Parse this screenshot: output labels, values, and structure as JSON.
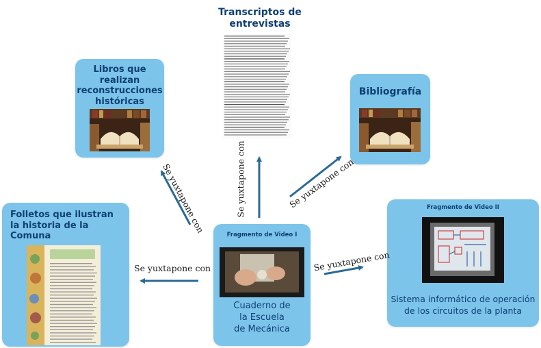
{
  "diagram": {
    "nodes": {
      "transcriptos": {
        "title": "Transcriptos de\nentrevistas"
      },
      "libros": {
        "title": "Libros que realizan\nreconstrucciones\nhistóricas"
      },
      "bibliografia": {
        "title": "Bibliografía"
      },
      "folletos": {
        "title": "Folletos que ilustran\nla historia de la Comuna"
      },
      "video1": {
        "title": "Fragmento de Video I",
        "caption": "Cuaderno de\nla Escuela\nde Mecánica"
      },
      "video2": {
        "title": "Fragmento de Video II",
        "caption": "Sistema informático de operación\nde los circuitos de la planta"
      }
    },
    "edges": [
      {
        "label": "Se yuxtapone con"
      },
      {
        "label": "Se yuxtapone con"
      },
      {
        "label": "Se yuxtapone con"
      },
      {
        "label": "Se yuxtapone con"
      },
      {
        "label": "Se yuxtapone con"
      }
    ],
    "colors": {
      "node_fill": "#7cc4ea",
      "title_text": "#0f3f73",
      "arrow": "#2a6a96"
    }
  }
}
